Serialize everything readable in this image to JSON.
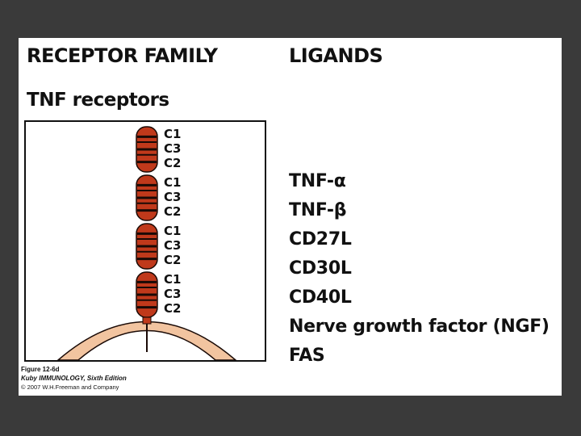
{
  "headings": {
    "receptor_family": "RECEPTOR FAMILY",
    "ligands": "LIGANDS",
    "family_name": "TNF receptors"
  },
  "domain_groups": [
    {
      "labels": [
        "C1",
        "C3",
        "C2"
      ]
    },
    {
      "labels": [
        "C1",
        "C3",
        "C2"
      ]
    },
    {
      "labels": [
        "C1",
        "C3",
        "C2"
      ]
    },
    {
      "labels": [
        "C1",
        "C3",
        "C2"
      ]
    }
  ],
  "ligands": [
    "TNF-α",
    "TNF-β",
    "CD27L",
    "CD30L",
    "CD40L",
    "Nerve growth factor (NGF)",
    "FAS"
  ],
  "caption": {
    "figure": "Figure 12-6d",
    "book": "Kuby IMMUNOLOGY, Sixth Edition",
    "copyright": "© 2007 W.H.Freeman and Company"
  },
  "colors": {
    "background": "#3a3a3a",
    "slide": "#ffffff",
    "domain_fill": "#c0391b",
    "domain_stripe": "#1a0a06",
    "membrane": "#f2c4a0"
  }
}
